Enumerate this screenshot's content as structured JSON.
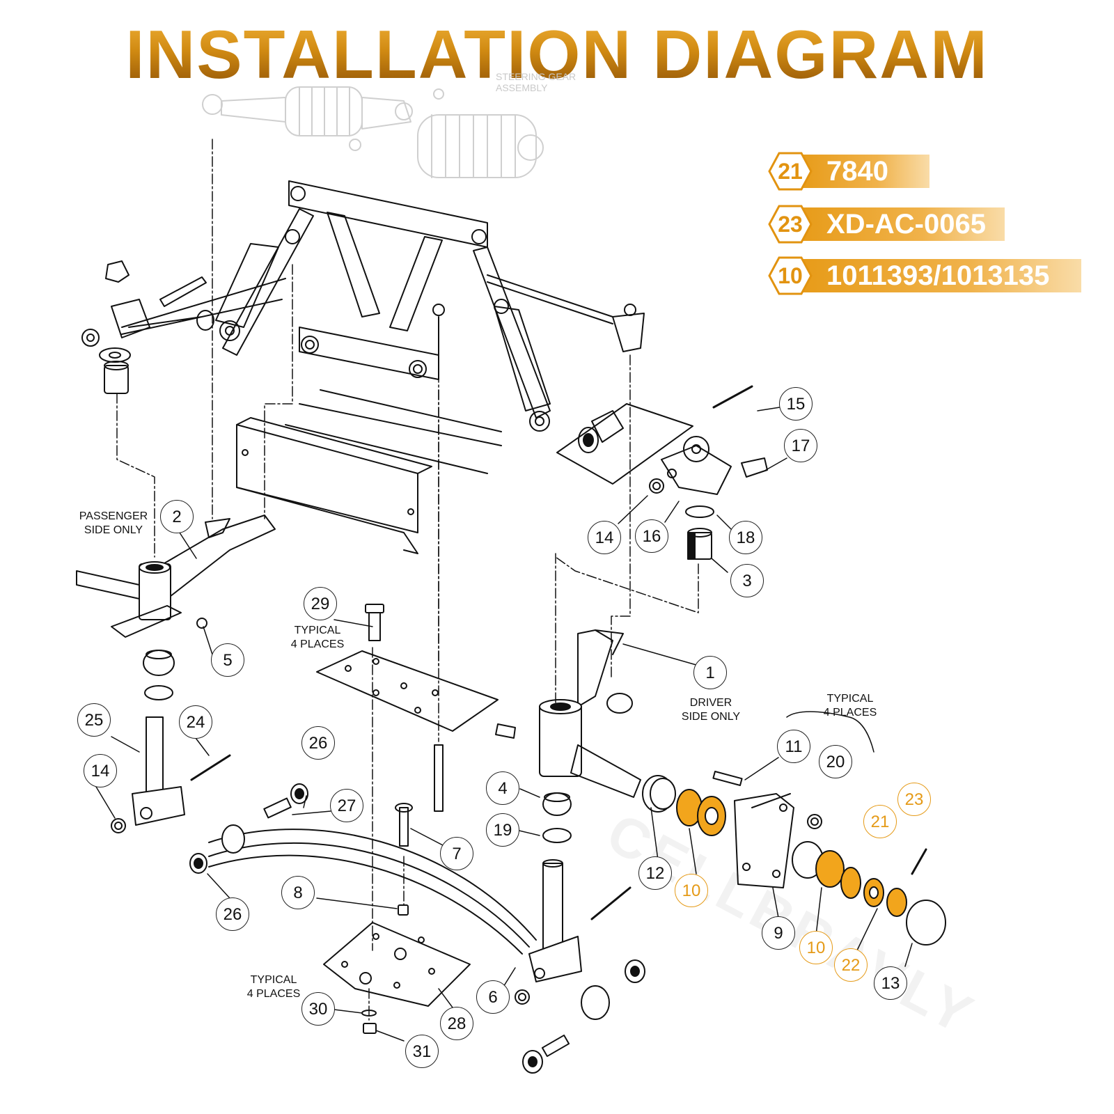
{
  "title": "INSTALLATION DIAGRAM",
  "faint_labels": {
    "steering_gear": "STEERING GEAR\nASSEMBLY"
  },
  "legend": [
    {
      "code": "21",
      "part_number": "7840"
    },
    {
      "code": "23",
      "part_number": "XD-AC-0065"
    },
    {
      "code": "10",
      "part_number": "1011393/1013135"
    }
  ],
  "notes": {
    "passenger_side": "PASSENGER\nSIDE ONLY",
    "driver_side": "DRIVER\nSIDE ONLY",
    "typical_top_right": "TYPICAL\n4 PLACES",
    "typical_29": "TYPICAL\n4 PLACES",
    "typical_bottom": "TYPICAL\n4 PLACES"
  },
  "callouts": [
    "1",
    "2",
    "3",
    "4",
    "5",
    "6",
    "7",
    "8",
    "9",
    "10",
    "10",
    "10",
    "11",
    "12",
    "13",
    "14",
    "14",
    "15",
    "16",
    "17",
    "18",
    "19",
    "20",
    "21",
    "22",
    "23",
    "24",
    "25",
    "26",
    "26",
    "27",
    "28",
    "29",
    "30",
    "31"
  ],
  "highlighted_callouts": [
    "10",
    "21",
    "22",
    "23"
  ],
  "colors": {
    "accent": "#e59a17",
    "line": "#111111",
    "faint": "#c9c9c9",
    "highlight_part": "#f2a51c"
  },
  "watermark": "CELLBRAVLY"
}
